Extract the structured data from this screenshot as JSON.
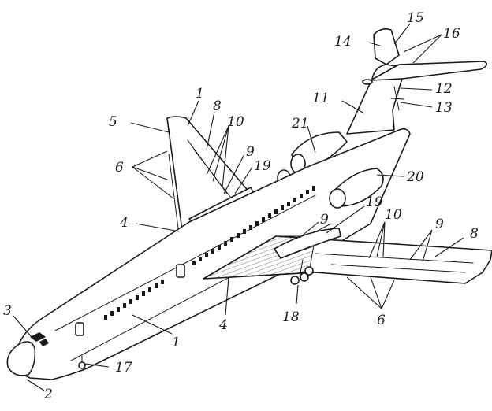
{
  "diagram": {
    "callouts": [
      {
        "id": "c1a",
        "text": "1"
      },
      {
        "id": "c1b",
        "text": "1"
      },
      {
        "id": "c2",
        "text": "2"
      },
      {
        "id": "c3",
        "text": "3"
      },
      {
        "id": "c4a",
        "text": "4"
      },
      {
        "id": "c4b",
        "text": "4"
      },
      {
        "id": "c5",
        "text": "5"
      },
      {
        "id": "c6a",
        "text": "6"
      },
      {
        "id": "c6b",
        "text": "6"
      },
      {
        "id": "c8a",
        "text": "8"
      },
      {
        "id": "c8b",
        "text": "8"
      },
      {
        "id": "c9a",
        "text": "9"
      },
      {
        "id": "c9b",
        "text": "9"
      },
      {
        "id": "c9c",
        "text": "9"
      },
      {
        "id": "c10a",
        "text": "10"
      },
      {
        "id": "c10b",
        "text": "10"
      },
      {
        "id": "c11",
        "text": "11"
      },
      {
        "id": "c12",
        "text": "12"
      },
      {
        "id": "c13",
        "text": "13"
      },
      {
        "id": "c14",
        "text": "14"
      },
      {
        "id": "c15",
        "text": "15"
      },
      {
        "id": "c16",
        "text": "16"
      },
      {
        "id": "c17",
        "text": "17"
      },
      {
        "id": "c18",
        "text": "18"
      },
      {
        "id": "c19a",
        "text": "19"
      },
      {
        "id": "c19b",
        "text": "19"
      },
      {
        "id": "c20",
        "text": "20"
      },
      {
        "id": "c21",
        "text": "21"
      }
    ]
  },
  "colors": {
    "ink": "#1a1a1a",
    "paper": "#ffffff"
  }
}
